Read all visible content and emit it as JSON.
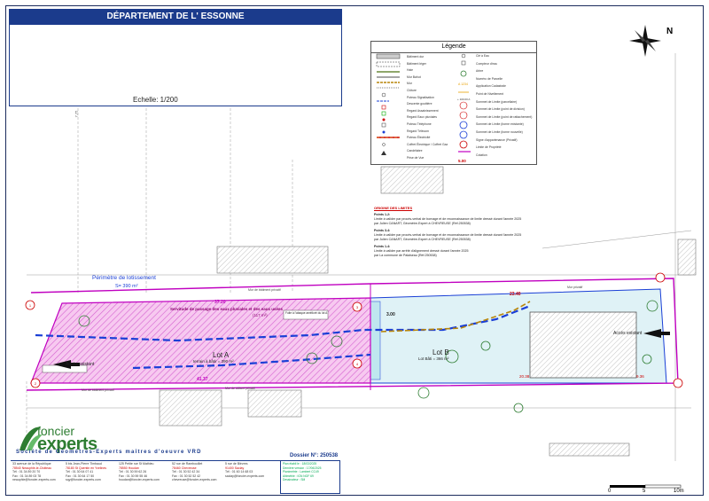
{
  "title_block": {
    "department": "DÉPARTEMENT DE L' ESSONNE",
    "scale": "Echelle: 1/200"
  },
  "legend": {
    "title": "Légende",
    "left_items": [
      "Bâtiment dur",
      "Bâtiment léger",
      "Haie",
      "Mur Bahut",
      "Mur",
      "Clôture",
      "Poteau Signalisation",
      "Descente gouttière",
      "Regard Assainissement",
      "Regard Eaux pluviales",
      "Poteau Téléphone",
      "Regard Télécom",
      "Poteau Électricité",
      "Coffret Électrique / Coffret Gaz",
      "Candélabre",
      "Prise de Vue"
    ],
    "right_items": [
      "Clé à Eau",
      "Compteur d'eau",
      "Arbre",
      "Numéro de Parcelle",
      "Application Cadastrale",
      "Point de Nivellement",
      "Sommet de Limite (parcellaire)",
      "Sommet de Limite (point de division)",
      "Sommet de Limite (point de rattachement)",
      "Sommet de Limite (borne existante)",
      "Sommet de Limite (borne nouvelle)",
      "Signe d'appartenance (Privatif)",
      "Limite de Propriété",
      "Cotation"
    ],
    "sample_values": {
      "parcel": "A 1234",
      "cote_red": "5.00",
      "nivel": "+ 100.00 A"
    }
  },
  "notes": {
    "heading": "ORIGINE DES LIMITES",
    "points": [
      {
        "title": "Points 1-2:",
        "lines": [
          "Limite à valider par procès-verbal de bornage et de reconnaissance de limite dressé durant l'année 2025",
          "par Julien CANART, Géomètre-Expert à CHEVREUSE (Réf.250538)"
        ]
      },
      {
        "title": "Points 3-4:",
        "lines": [
          "Limite à valider par procès-verbal de bornage et de reconnaissance de limite dressé durant l'année 2025",
          "par Julien CANART, Géomètre-Expert à CHEVREUSE (Réf.250538)"
        ]
      },
      {
        "title": "Points 1-4:",
        "lines": [
          "Limite à valider par arrêté d'alignement dressé durant l'année 2025",
          "par La commune de Palaiseau (Réf.250538)"
        ]
      }
    ]
  },
  "plan": {
    "perimeter_label": "Périmètre de lotissement",
    "perimeter_area": "S= 390 m²",
    "servitude": "Servitude de passage des eaux pluviales et des eaux usées",
    "servitude_area": "(117 m²)",
    "lot_a": "Lot A",
    "lot_a_sub": "terrain à bâtir = 390 m²",
    "lot_b": "Lot B",
    "lot_b_sub": "Lot Bâti = 366 m²",
    "acces_left": "Accès existant",
    "acces_right": "Accès existant",
    "dim_top_a": "37.20",
    "dim_bottom_a": "41.37",
    "dim_top_b": "23.40",
    "dim_width_b": "3.00",
    "dim_small": "20.38",
    "dim_right": "9.36",
    "dim_left": "7.75",
    "points": [
      "1",
      "2",
      "3",
      "4"
    ],
    "wall_labels": [
      "Mur de bâtiment privatif",
      "Mur de clôture privatif",
      "Mur privatif",
      "Mur de bâtiment privatif"
    ],
    "box_label": "Fuite à l'abaque amélioré du lot A"
  },
  "footer": {
    "logo_line1": "foncier",
    "logo_line2": "experts",
    "tagline": "Société de Géomètres-Experts   maîtres d'oeuvre VRD",
    "dossier_label": "Dossier N°:",
    "dossier_number": "250538",
    "offices": [
      {
        "addr": "33 avenue de la République",
        "city": "78540 Neauphle-le-Château",
        "tel": "Tél : 01 34 89 20 70",
        "fax": "Fax : 01 34 89 03 78",
        "mail": "neauphle@foncier-experts.com"
      },
      {
        "addr": "5 bis Jean-Pierre Timbaud",
        "city": "78180 St Quentin en Yvelines",
        "tel": "Tél : 01 30 64 07 41",
        "fax": "Fax : 01 30 64 17 50",
        "mail": "sqy@foncier-experts.com"
      },
      {
        "addr": "125 Petite rue St Mathieu",
        "city": "78550 Houdan",
        "tel": "Tél : 01 30 59 62 26",
        "fax": "Fax : 01 30 59 55 46",
        "mail": "houdan@foncier-experts.com"
      },
      {
        "addr": "52 rue de Rambouillet",
        "city": "78460 Chevreuse",
        "tel": "Tél : 01 30 52 42 34",
        "fax": "Fax : 01 30 52 52 42",
        "mail": "chevreuse@foncier-experts.com"
      },
      {
        "addr": "5 rue de Bièvres",
        "city": "91400 Saclay",
        "tel": "Tél : 01 60 14 68 03",
        "fax": "",
        "mail": "saclay@foncier-experts.com"
      }
    ],
    "info": [
      "Plan établi le : 18/03/2025",
      "Dernière version : 17/06/2025",
      "Planimétrie : Lambert CC49",
      "Altimétrie : IGN NGF 69",
      "Dessinateur : SM"
    ],
    "scale_bar": [
      "0",
      "5",
      "10m"
    ]
  },
  "colors": {
    "accent": "#1b3b8c",
    "lot_a_fill": "#f5c6ef",
    "lot_b_fill": "#dff2f6",
    "boundary": "#c000c0",
    "pipe": "#1a3fd6",
    "gas": "#b8860b"
  }
}
